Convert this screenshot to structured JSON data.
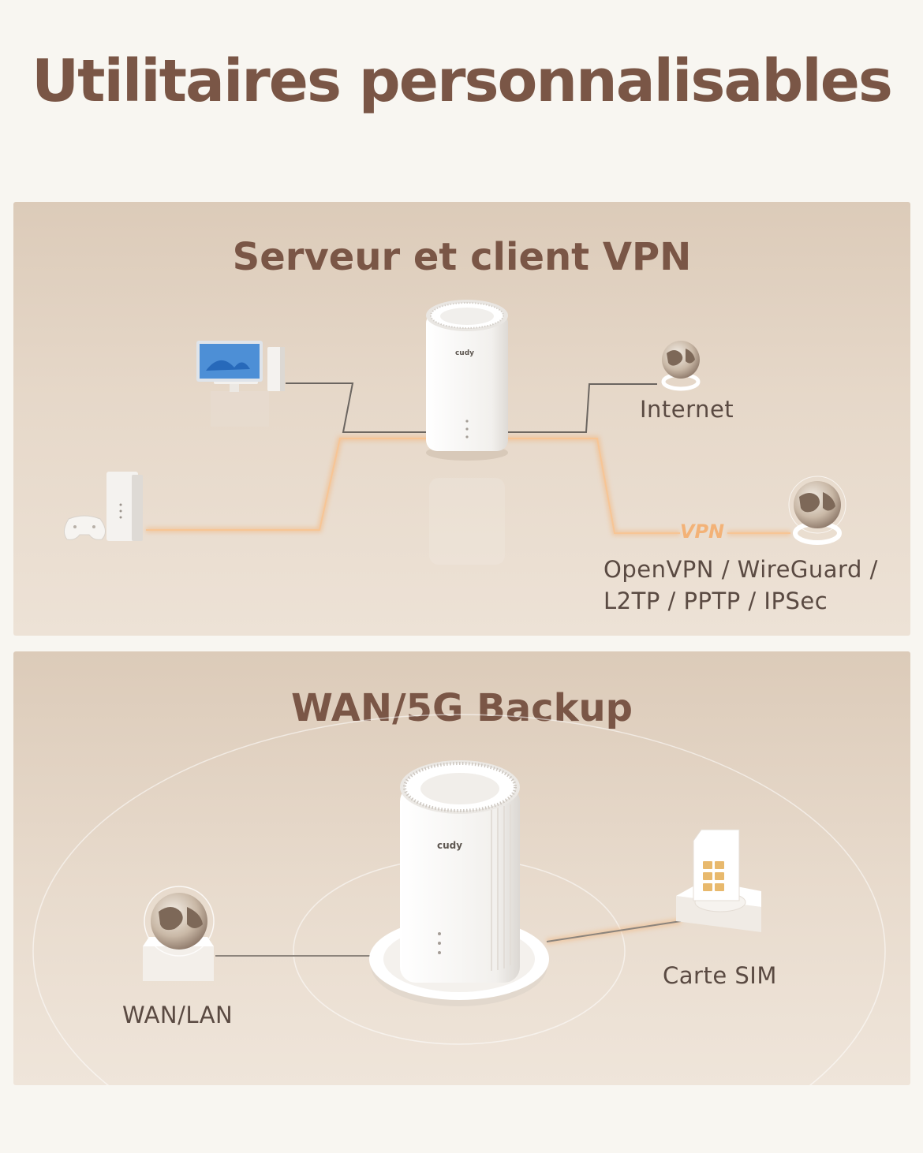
{
  "page": {
    "title": "Utilitaires personnalisables"
  },
  "vpn_section": {
    "title": "Serveur et client VPN",
    "internet_label": "Internet",
    "vpn_tag": "VPN",
    "protocols_line1": "OpenVPN / WireGuard /",
    "protocols_line2": "L2TP / PPTP / IPSec",
    "router_brand": "cudy"
  },
  "backup_section": {
    "title": "WAN/5G Backup",
    "wan_label": "WAN/LAN",
    "sim_label": "Carte SIM",
    "router_brand": "cudy"
  },
  "colors": {
    "title": "#7a5646",
    "label": "#5a4a42",
    "glow_line": "#f3b277",
    "dark_line": "#6b6560"
  },
  "icons": [
    "router-icon",
    "computer-icon",
    "nas-icon",
    "game-console-icon",
    "globe-icon",
    "sim-card-icon"
  ]
}
